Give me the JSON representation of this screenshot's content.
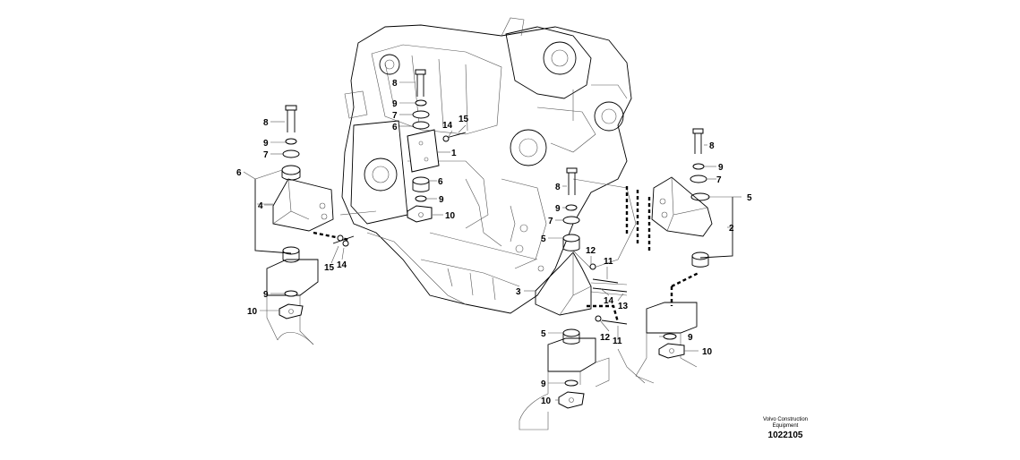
{
  "callouts": {
    "c1": "1",
    "c2": "2",
    "c3": "3",
    "c4": "4",
    "c5a": "5",
    "c5b": "5",
    "c5c": "5",
    "c6a": "6",
    "c6b": "6",
    "c6c": "6",
    "c7a": "7",
    "c7b": "7",
    "c7c": "7",
    "c7d": "7",
    "c8a": "8",
    "c8b": "8",
    "c8c": "8",
    "c8d": "8",
    "c9a": "9",
    "c9b": "9",
    "c9c": "9",
    "c9d": "9",
    "c9e": "9",
    "c9f": "9",
    "c9g": "9",
    "c9h": "9",
    "c10a": "10",
    "c10b": "10",
    "c10c": "10",
    "c10d": "10",
    "c11a": "11",
    "c11b": "11",
    "c12a": "12",
    "c12b": "12",
    "c13": "13",
    "c14a": "14",
    "c14b": "14",
    "c14c": "14",
    "c15a": "15",
    "c15b": "15"
  },
  "caption": {
    "line1": "Volvo Construction",
    "line2": "Equipment",
    "figure_number": "1022105"
  }
}
